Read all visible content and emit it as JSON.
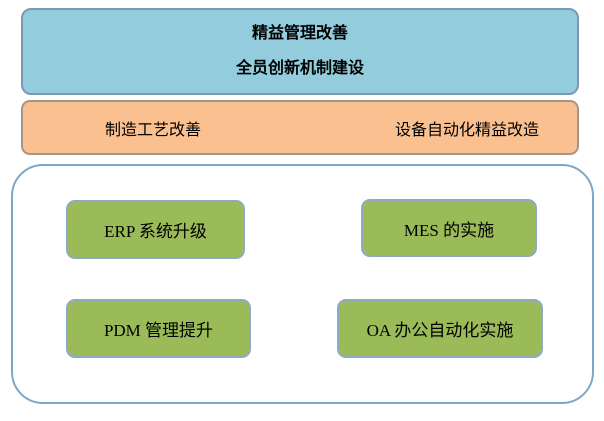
{
  "diagram": {
    "top_banner": {
      "line1": "精益管理改善",
      "line2": "全员创新机制建设",
      "fill_color": "#93CDDD",
      "border_color": "#7B99B3"
    },
    "middle_banner": {
      "left_label": "制造工艺改善",
      "right_label": "设备自动化精益改造",
      "fill_color": "#FAC090",
      "border_color": "#A3958A"
    },
    "container": {
      "border_color": "#7DA7C7",
      "item_fill_color": "#9BBB59",
      "item_border_color": "#90A9C6",
      "items": [
        {
          "label": "ERP 系统升级"
        },
        {
          "label": "MES 的实施"
        },
        {
          "label": "PDM 管理提升"
        },
        {
          "label": "OA 办公自动化实施"
        }
      ]
    }
  }
}
